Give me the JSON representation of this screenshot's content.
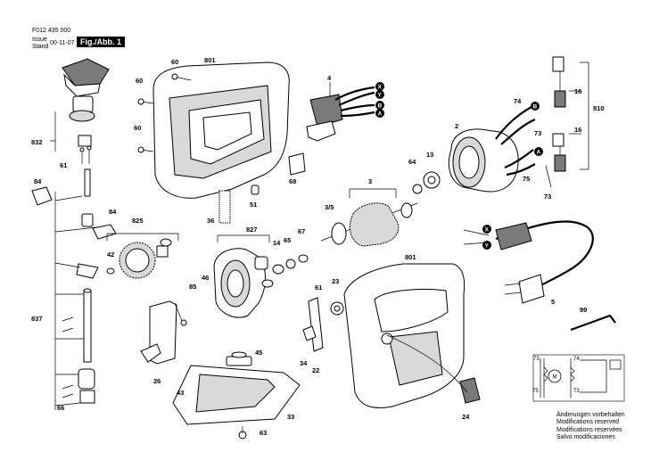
{
  "header": {
    "part_number": "F012 435 000",
    "issue_label": "Issue",
    "stand_label": "Stand",
    "date": "00-11-07",
    "figure": "Fig./Abb. 1"
  },
  "notes": [
    "Änderungen vorbehalten",
    "Modifications reserved",
    "Modifications reservées",
    "Salvo modificaciones"
  ],
  "callouts": {
    "c801a": "801",
    "c60a": "60",
    "c60b": "60",
    "c60c": "60",
    "c832": "832",
    "c61a": "61",
    "c84a": "84",
    "c84b": "84",
    "c825": "825",
    "c42": "42",
    "c837": "837",
    "c66": "66",
    "c36": "36",
    "c51": "51",
    "c68": "68",
    "c4": "4",
    "c2": "2",
    "c74": "74",
    "c16a": "16",
    "c16b": "16",
    "c810": "810",
    "c13": "13",
    "c64": "64",
    "c73a": "73",
    "c75": "75",
    "c73b": "73",
    "c3": "3",
    "c35": "3/5",
    "c827": "827",
    "c14": "14",
    "c67": "67",
    "c65": "65",
    "c46": "46",
    "c85": "85",
    "c26": "26",
    "c43": "43",
    "c45": "45",
    "c33": "33",
    "c63": "63",
    "c61b": "61",
    "c23": "23",
    "c34": "34",
    "c22": "22",
    "c801b": "801",
    "c24": "24",
    "c5": "5",
    "c99": "99"
  },
  "wire_markers": {
    "x1": "X",
    "y1": "Y",
    "b1": "B",
    "a1": "A",
    "b2": "B",
    "a2": "A",
    "x2": "X",
    "y2": "Y"
  },
  "schematic": {
    "l73a": "73",
    "l74": "74",
    "l75": "75",
    "l73b": "73",
    "motor": "M"
  }
}
